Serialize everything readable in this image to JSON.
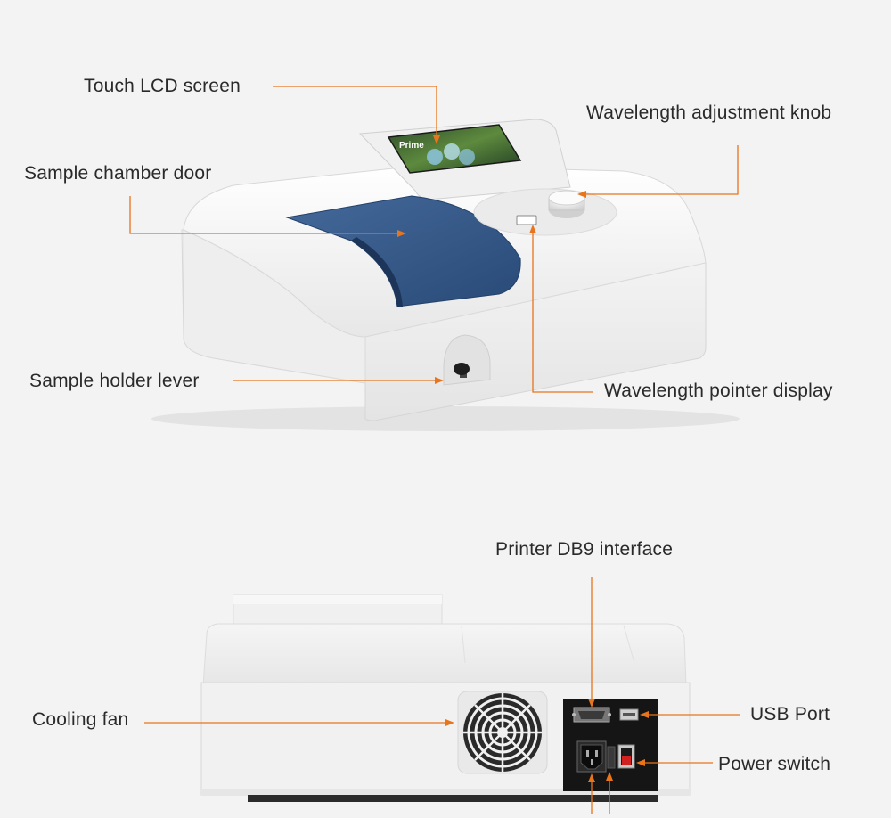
{
  "callouts": {
    "touch_lcd": "Touch LCD screen",
    "chamber_door": "Sample chamber door",
    "wavelength_knob": "Wavelength adjustment knob",
    "holder_lever": "Sample holder lever",
    "pointer_display": "Wavelength pointer display",
    "printer_db9": "Printer DB9 interface",
    "cooling_fan": "Cooling fan",
    "usb_port": "USB Port",
    "power_switch": "Power switch"
  },
  "screen": {
    "title": "Prime"
  },
  "colors": {
    "background": "#f3f3f3",
    "leader": "#e8741c",
    "body": "#f4f4f4",
    "door": "#355a8a",
    "panel": "#151515"
  }
}
